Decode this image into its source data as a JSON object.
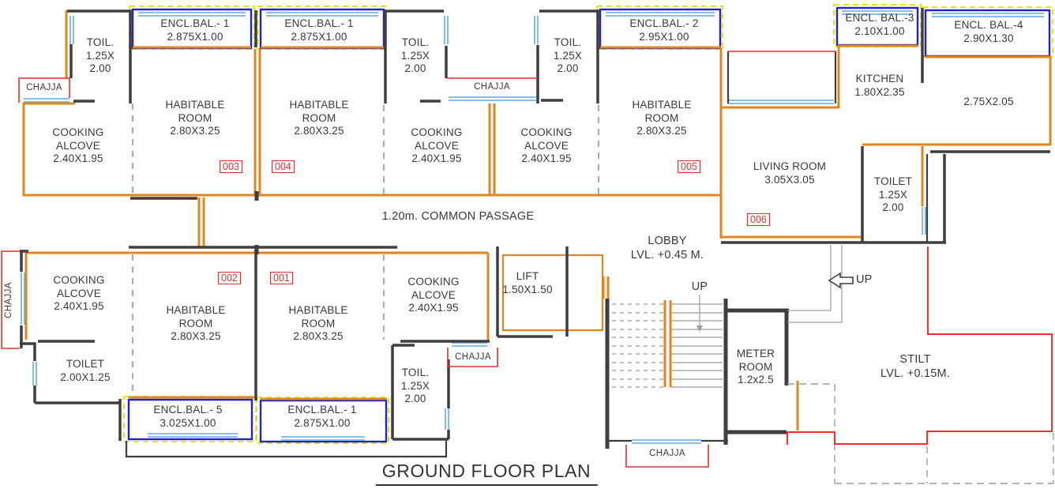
{
  "colors": {
    "wall_orange": "#E0861E",
    "wall_dark": "#3E3E3E",
    "balcony_blue": "#2222CC",
    "window_blue": "#76B6E4",
    "accent_red": "#E03030",
    "stilt_red": "#FF2D2D",
    "line_gray": "#9B9B9B",
    "accent_yellow": "#E8E312"
  },
  "title": "GROUND FLOOR PLAN",
  "passage_label": "1.20m. COMMON PASSAGE",
  "lobby": {
    "l1": "LOBBY",
    "l2": "LVL. +0.45 M."
  },
  "stilt": {
    "l1": "STILT",
    "l2": "LVL. +0.15M."
  },
  "lift": {
    "l1": "LIFT",
    "l2": "1.50X1.50"
  },
  "meter_room": {
    "l1": "METER",
    "l2": "ROOM",
    "l3": "1.2x2.5"
  },
  "up_label": "UP",
  "chajja_label": "CHAJJA",
  "kitchen": {
    "l1": "KITCHEN",
    "l2": "1.80X2.35"
  },
  "room_275": {
    "dims": "2.75X2.05"
  },
  "living_room": {
    "l1": "LIVING ROOM",
    "l2": "3.05X3.05"
  },
  "toilet_large": {
    "l1": "TOILET",
    "l2": "1.25X",
    "l3": "2.00"
  },
  "toilet_002": {
    "l1": "TOILET",
    "l2": "2.00X1.25"
  },
  "toil": {
    "l1": "TOIL.",
    "l2": "1.25X",
    "l3": "2.00"
  },
  "habitable": {
    "l1": "HABITABLE",
    "l2": "ROOM",
    "l3": "2.80X3.25"
  },
  "cooking": {
    "l1": "COOKING",
    "l2": "ALCOVE",
    "l3": "2.40X1.95"
  },
  "balcony_1": {
    "l1": "ENCL.BAL.- 1",
    "l2": "2.875X1.00"
  },
  "balcony_2": {
    "l1": "ENCL.BAL.- 2",
    "l2": "2.95X1.00"
  },
  "balcony_3": {
    "l1": "ENCL. BAL.-3",
    "l2": "2.10X1.00"
  },
  "balcony_4": {
    "l1": "ENCL. BAL.-4",
    "l2": "2.90X1.30"
  },
  "balcony_5": {
    "l1": "ENCL.BAL.- 5",
    "l2": "3.025X1.00"
  },
  "unit_numbers": {
    "u001": "001",
    "u002": "002",
    "u003": "003",
    "u004": "004",
    "u005": "005",
    "u006": "006"
  }
}
